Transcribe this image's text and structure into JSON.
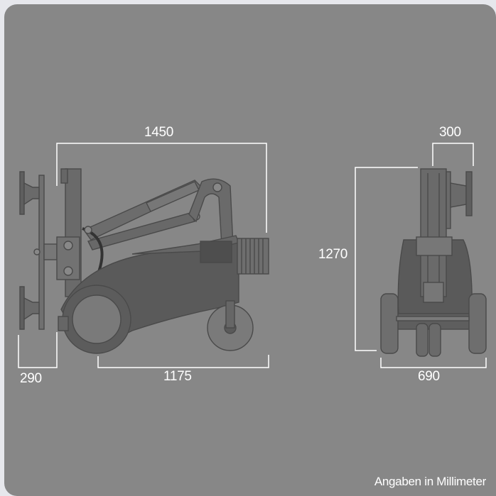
{
  "dimensions": {
    "side_length": "1450",
    "wheelbase": "1175",
    "suction_depth": "290",
    "height": "1270",
    "front_top_width": "300",
    "front_width": "690"
  },
  "footer": {
    "note": "Angaben in Millimeter"
  },
  "colors": {
    "panel": "#878787",
    "frame": "#e6e7ec",
    "machine_dark": "#5a5a5a",
    "machine_mid": "#6e6e6e",
    "dimension_lines": "#ffffff"
  }
}
